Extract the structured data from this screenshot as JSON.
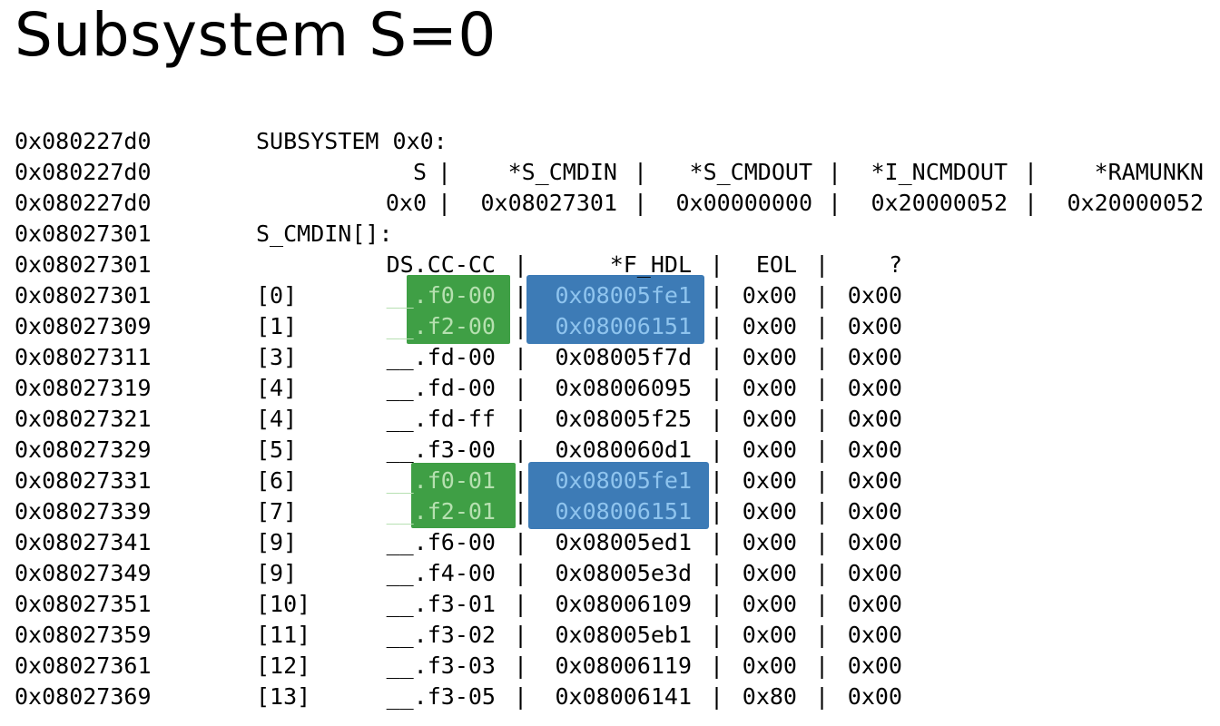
{
  "title": "Subsystem S=0",
  "header_rows": [
    {
      "addr": "0x080227d0",
      "text": "SUBSYSTEM 0x0:"
    },
    {
      "addr": "0x080227d0",
      "cols": [
        "S",
        "*S_CMDIN",
        "*S_CMDOUT",
        "*I_NCMDOUT",
        "*RAMUNKN"
      ]
    },
    {
      "addr": "0x080227d0",
      "cols": [
        "0x0",
        "0x08027301",
        "0x00000000",
        "0x20000052",
        "0x20000052"
      ]
    },
    {
      "addr": "0x08027301",
      "text": "S_CMDIN[]:"
    }
  ],
  "table_header": {
    "addr": "0x08027301",
    "ds": "DS.CC-CC",
    "hdl": "*F_HDL",
    "eol": "EOL",
    "q": "?"
  },
  "rows": [
    {
      "addr": "0x08027301",
      "idx": "[0]",
      "ds": "__.f0-00",
      "hdl": "0x08005fe1",
      "eol": "0x00",
      "q": "0x00"
    },
    {
      "addr": "0x08027309",
      "idx": "[1]",
      "ds": "__.f2-00",
      "hdl": "0x08006151",
      "eol": "0x00",
      "q": "0x00"
    },
    {
      "addr": "0x08027311",
      "idx": "[3]",
      "ds": "__.fd-00",
      "hdl": "0x08005f7d",
      "eol": "0x00",
      "q": "0x00"
    },
    {
      "addr": "0x08027319",
      "idx": "[4]",
      "ds": "__.fd-00",
      "hdl": "0x08006095",
      "eol": "0x00",
      "q": "0x00"
    },
    {
      "addr": "0x08027321",
      "idx": "[4]",
      "ds": "__.fd-ff",
      "hdl": "0x08005f25",
      "eol": "0x00",
      "q": "0x00"
    },
    {
      "addr": "0x08027329",
      "idx": "[5]",
      "ds": "__.f3-00",
      "hdl": "0x080060d1",
      "eol": "0x00",
      "q": "0x00"
    },
    {
      "addr": "0x08027331",
      "idx": "[6]",
      "ds": "__.f0-01",
      "hdl": "0x08005fe1",
      "eol": "0x00",
      "q": "0x00"
    },
    {
      "addr": "0x08027339",
      "idx": "[7]",
      "ds": "__.f2-01",
      "hdl": "0x08006151",
      "eol": "0x00",
      "q": "0x00"
    },
    {
      "addr": "0x08027341",
      "idx": "[9]",
      "ds": "__.f6-00",
      "hdl": "0x08005ed1",
      "eol": "0x00",
      "q": "0x00"
    },
    {
      "addr": "0x08027349",
      "idx": "[9]",
      "ds": "__.f4-00",
      "hdl": "0x08005e3d",
      "eol": "0x00",
      "q": "0x00"
    },
    {
      "addr": "0x08027351",
      "idx": "[10]",
      "ds": "__.f3-01",
      "hdl": "0x08006109",
      "eol": "0x00",
      "q": "0x00"
    },
    {
      "addr": "0x08027359",
      "idx": "[11]",
      "ds": "__.f3-02",
      "hdl": "0x08005eb1",
      "eol": "0x00",
      "q": "0x00"
    },
    {
      "addr": "0x08027361",
      "idx": "[12]",
      "ds": "__.f3-03",
      "hdl": "0x08006119",
      "eol": "0x00",
      "q": "0x00"
    },
    {
      "addr": "0x08027369",
      "idx": "[13]",
      "ds": "__.f3-05",
      "hdl": "0x08006141",
      "eol": "0x80",
      "q": "0x00"
    }
  ],
  "highlight_colors": {
    "green": "#3f9f45",
    "blue": "#3d7bb6"
  }
}
